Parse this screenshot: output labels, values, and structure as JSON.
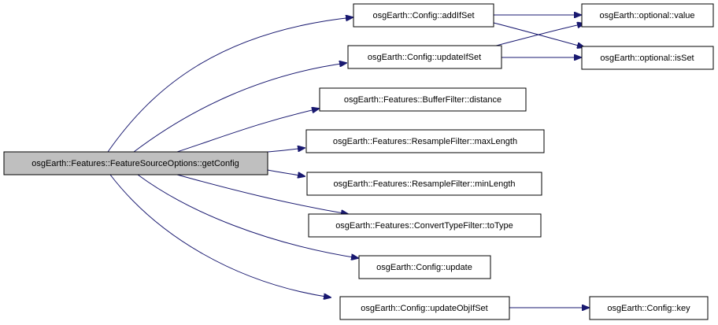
{
  "graph": {
    "colors": {
      "edge": "#191970",
      "root_fill": "#bfbfbf",
      "node_fill": "#ffffff",
      "border": "#000000"
    },
    "nodes": {
      "root": "osgEarth::Features::FeatureSourceOptions::getConfig",
      "addIfSet": "osgEarth::Config::addIfSet",
      "updateIfSet": "osgEarth::Config::updateIfSet",
      "distance": "osgEarth::Features::BufferFilter::distance",
      "maxLength": "osgEarth::Features::ResampleFilter::maxLength",
      "minLength": "osgEarth::Features::ResampleFilter::minLength",
      "toType": "osgEarth::Features::ConvertTypeFilter::toType",
      "update": "osgEarth::Config::update",
      "updateObjIfSet": "osgEarth::Config::updateObjIfSet",
      "optValue": "osgEarth::optional::value",
      "optIsSet": "osgEarth::optional::isSet",
      "key": "osgEarth::Config::key"
    },
    "edges": [
      [
        "root",
        "addIfSet"
      ],
      [
        "root",
        "updateIfSet"
      ],
      [
        "root",
        "distance"
      ],
      [
        "root",
        "maxLength"
      ],
      [
        "root",
        "minLength"
      ],
      [
        "root",
        "toType"
      ],
      [
        "root",
        "update"
      ],
      [
        "root",
        "updateObjIfSet"
      ],
      [
        "addIfSet",
        "optValue"
      ],
      [
        "addIfSet",
        "optIsSet"
      ],
      [
        "updateIfSet",
        "optValue"
      ],
      [
        "updateIfSet",
        "optIsSet"
      ],
      [
        "updateObjIfSet",
        "key"
      ]
    ]
  }
}
